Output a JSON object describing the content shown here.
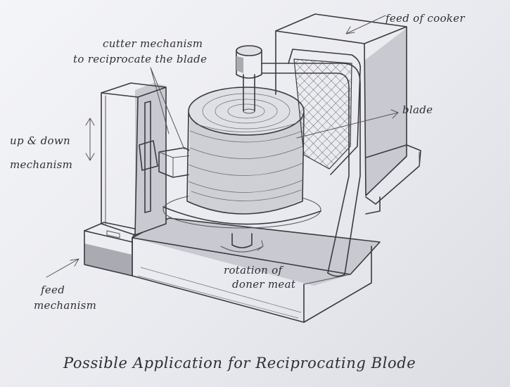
{
  "labels": {
    "feed_of_cooker": "feed of cooker",
    "cutter_mechanism_line1": "cutter mechanism",
    "cutter_mechanism_line2": "to reciprocate the blade",
    "blade": "blade",
    "up_down_line1": "up & down",
    "up_down_line2": "mechanism",
    "feed_mechanism_line1": "feed",
    "feed_mechanism_line2": "mechanism",
    "rotation_line1": "rotation of",
    "rotation_line2": "doner meat"
  },
  "caption": "Possible Application for Reciprocating Blode"
}
